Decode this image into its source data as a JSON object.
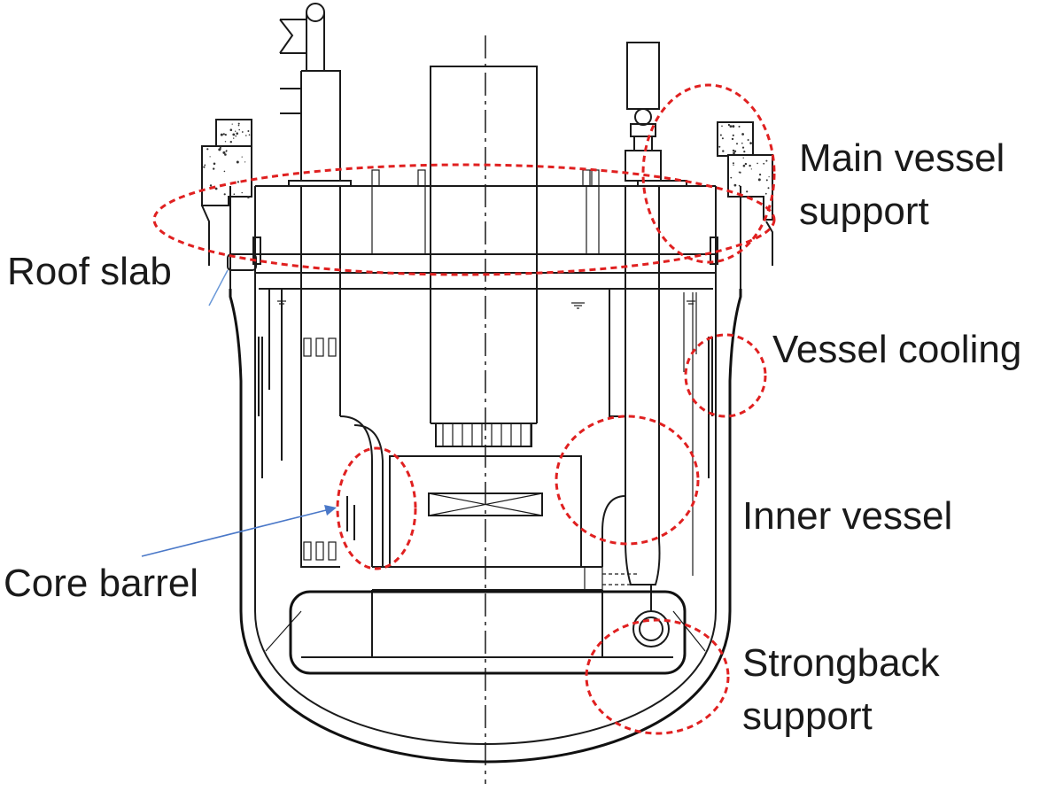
{
  "labels": {
    "roof_slab": "Roof slab",
    "core_barrel": "Core barrel",
    "main_vessel_support_1": "Main vessel",
    "main_vessel_support_2": "support",
    "vessel_cooling": "Vessel cooling",
    "inner_vessel": "Inner vessel",
    "strongback_support_1": "Strongback",
    "strongback_support_2": "support"
  },
  "colors": {
    "outline": "#1a1a1a",
    "highlight": "#e02020",
    "pointer": "#4a78c8",
    "background": "#ffffff"
  }
}
